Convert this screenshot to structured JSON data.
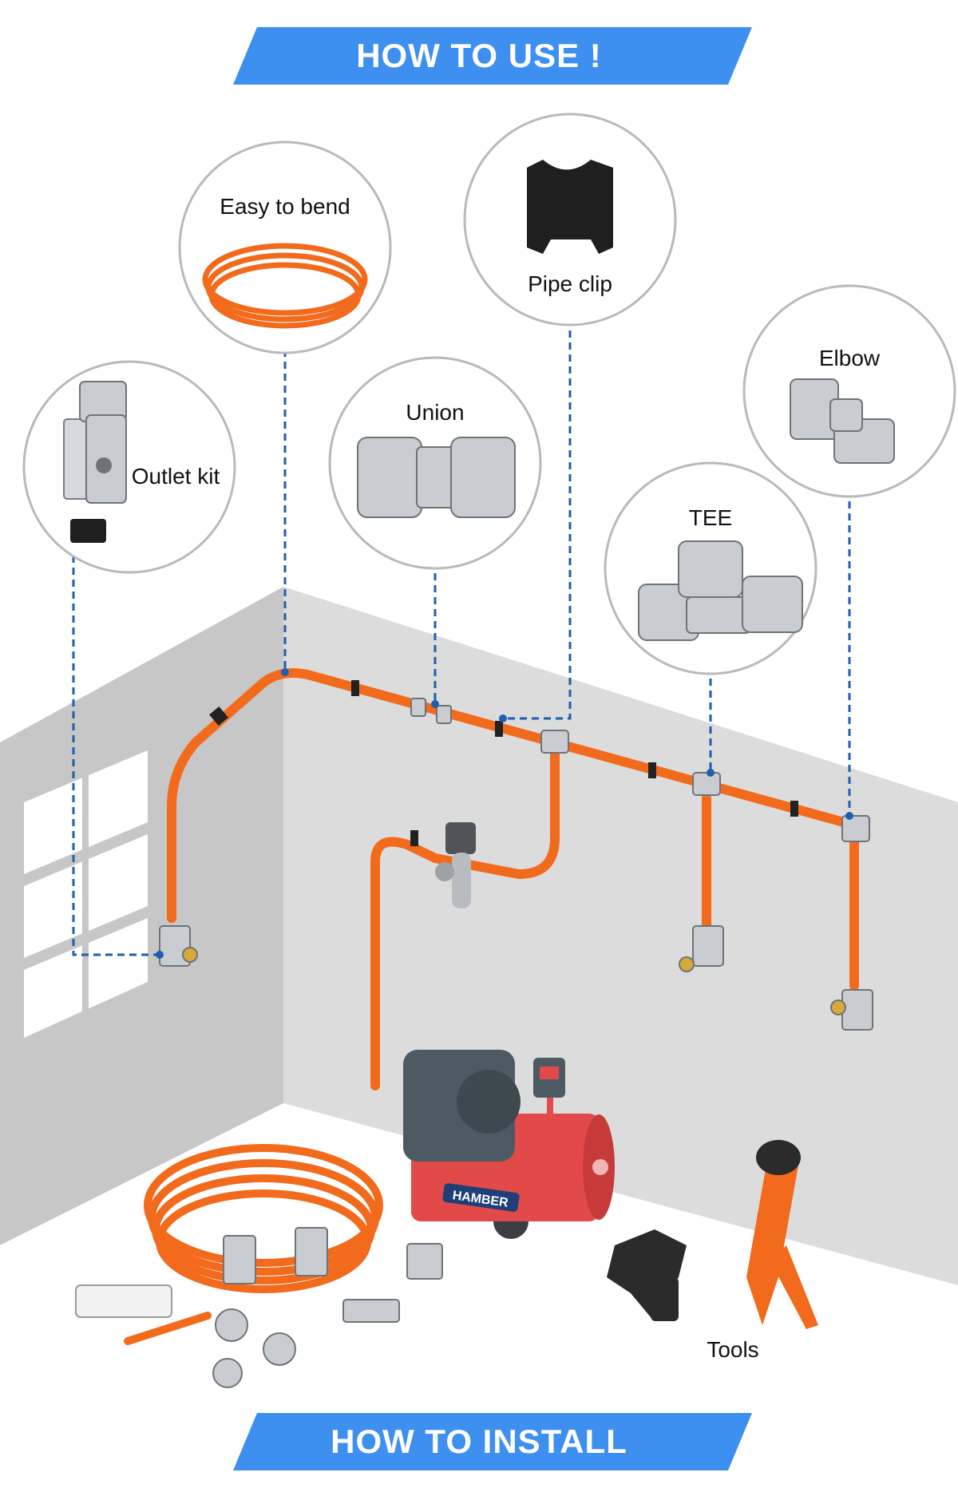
{
  "banners": {
    "top": "HOW TO USE !",
    "bottom": "HOW TO INSTALL"
  },
  "callouts": [
    {
      "id": "easy-to-bend",
      "label": "Easy to bend"
    },
    {
      "id": "pipe-clip",
      "label": "Pipe clip"
    },
    {
      "id": "elbow",
      "label": "Elbow"
    },
    {
      "id": "outlet-kit",
      "label": "Outlet kit"
    },
    {
      "id": "union",
      "label": "Union"
    },
    {
      "id": "tee",
      "label": "TEE"
    }
  ],
  "compressor_brand": "HAMBER",
  "tools_label": "Tools",
  "colors": {
    "banner": "#3d8ff0",
    "pipe": "#f26a1b",
    "leader_line": "#1f5fb0",
    "wall_back": "#dcdcdc",
    "wall_side": "#c7c7c7",
    "compressor_red": "#e24a4a",
    "motor_dark": "#4d5a63"
  }
}
